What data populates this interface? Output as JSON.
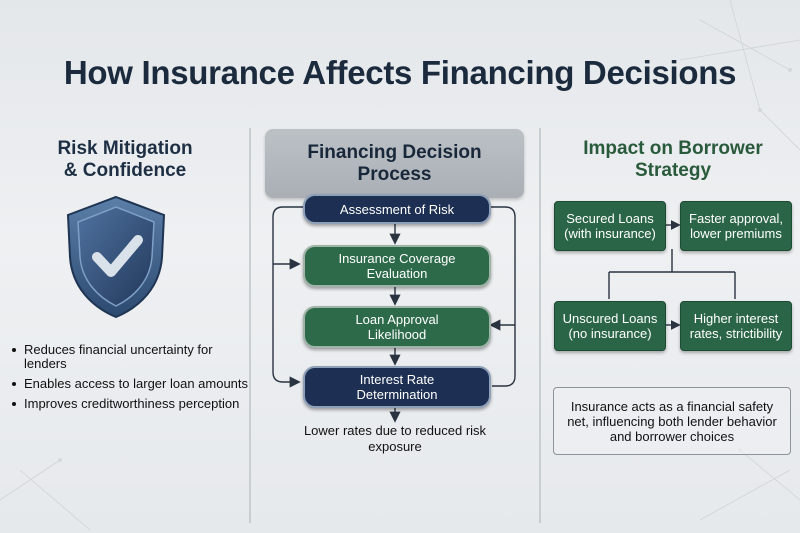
{
  "title": "How Insurance  Affects Financing Decisions",
  "left": {
    "heading": "Risk Mitigation\n& Confidence",
    "bullets": [
      "Reduces financial uncertainty for lenders",
      "Enables access to larger loan amounts",
      "Improves creditworthiness perception"
    ]
  },
  "center": {
    "heading": "Financing Decision Process",
    "steps": [
      "Assessment of Risk",
      "Insurance Coverage Evaluation",
      "Loan Approval Likelihood",
      "Interest Rate Determination"
    ],
    "footnote": "Lower rates due to reduced risk exposure"
  },
  "right": {
    "heading": "Impact on Borrower Strategy",
    "boxes": [
      "Secured Loans (with insurance)",
      "Faster approval, lower premiums",
      "Unscured Loans (no insurance)",
      "Higher interest rates, strictibility"
    ],
    "summary": "Insurance acts as a financial safety net, influencing both lender behavior and borrower choices"
  },
  "icons": [
    "shield-check-icon"
  ],
  "colors": {
    "navy": "#1d2f52",
    "green": "#2d6a4a",
    "header_gray": "#b3b9bf",
    "title": "#1b2b3d"
  }
}
